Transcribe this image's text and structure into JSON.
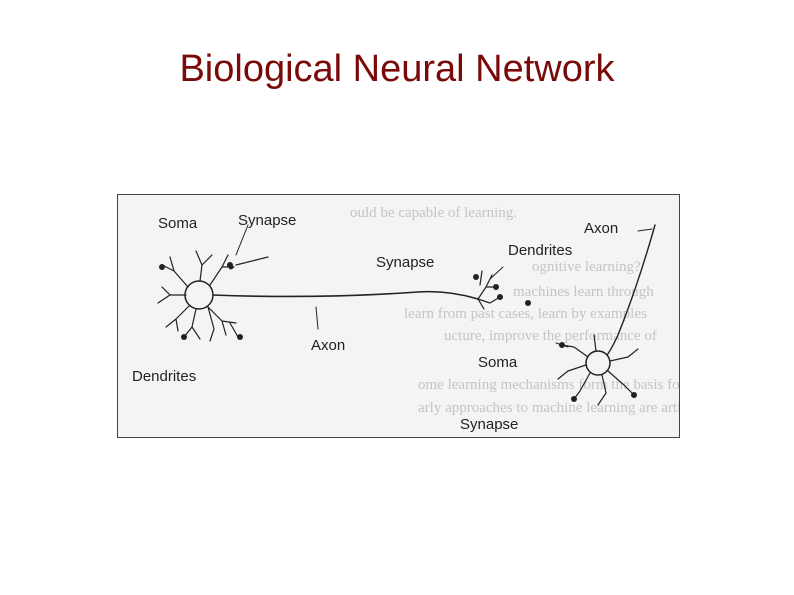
{
  "slide": {
    "title": "Biological Neural Network"
  },
  "diagram": {
    "labels": {
      "soma_left": "Soma",
      "synapse_top": "Synapse",
      "synapse_mid": "Synapse",
      "dendrites_right": "Dendrites",
      "axon_right": "Axon",
      "axon_mid": "Axon",
      "dendrites_left": "Dendrites",
      "soma_right": "Soma",
      "synapse_bottom": "Synapse"
    },
    "background_text": [
      "ould be capable of learning.",
      "ognitive learning?",
      "machines learn through",
      "learn from past cases, learn by examples",
      "ucture, improve the performance of",
      "ome learning mechanisms form the basis for all",
      "arly approaches to machine learning are artificial"
    ]
  }
}
